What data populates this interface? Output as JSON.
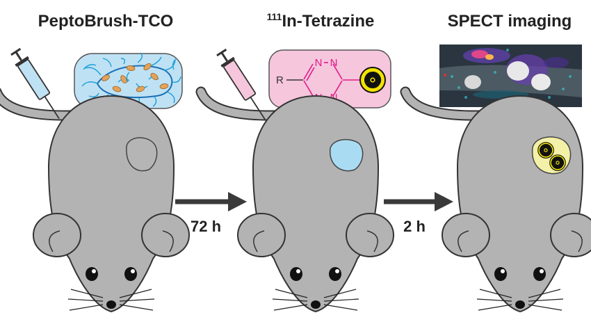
{
  "titles": {
    "step1": "PeptoBrush-TCO",
    "step2_sup": "111",
    "step2_main": "In-Tetrazine",
    "step3": "SPECT imaging"
  },
  "arrows": {
    "first_label": "72 h",
    "second_label": "2 h"
  },
  "tetrazine": {
    "r_group": "R",
    "nitrogen": "N"
  },
  "colors": {
    "mouse_body": "#b3b3b3",
    "outline": "#333333",
    "polymer_panel": "#bfe1f4",
    "tetrazine_panel": "#f5c6dc",
    "tetrazine_bonds": "#e0198a",
    "tumor_blue": "#a9dcf3",
    "tumor_yellow": "#f3f0a8",
    "radiation_yellow": "#f2e300",
    "arrow": "#3a3a3a"
  },
  "icons": [
    "syringe-icon",
    "radiation-icon",
    "mouse-icon",
    "tumor-icon"
  ]
}
